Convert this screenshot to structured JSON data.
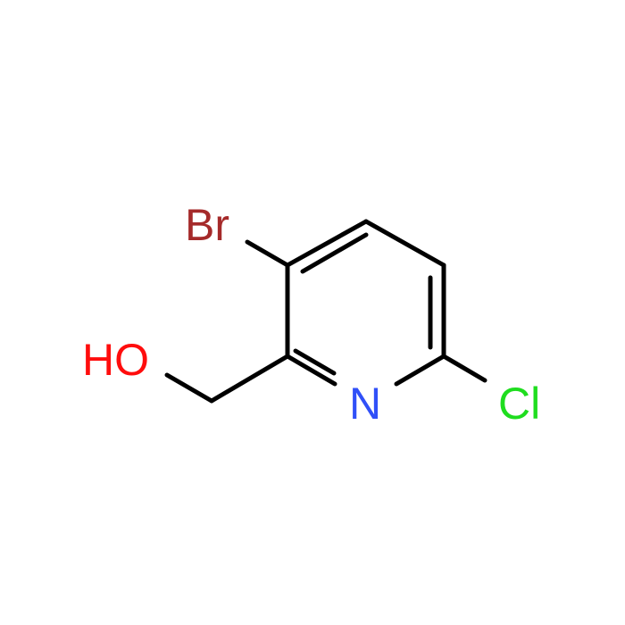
{
  "molecule": {
    "atoms": [
      {
        "id": "Br",
        "label": "Br",
        "color": "#a52a2a"
      },
      {
        "id": "O",
        "label": "HO",
        "color": "#ff0d0d"
      },
      {
        "id": "N",
        "label": "N",
        "color": "#3050f8"
      },
      {
        "id": "Cl",
        "label": "Cl",
        "color": "#1fdd1f"
      }
    ],
    "bond_color": "#000000"
  }
}
